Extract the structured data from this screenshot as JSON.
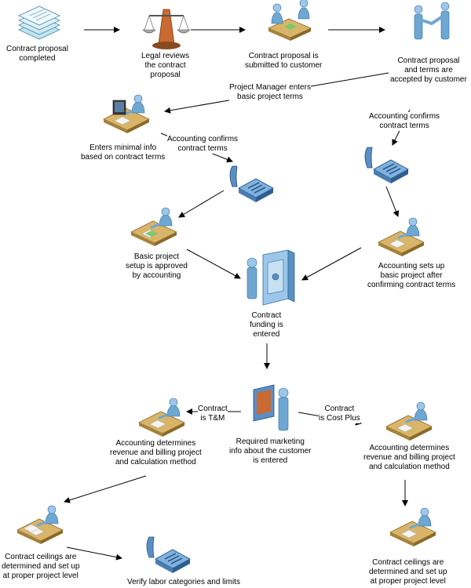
{
  "nodes": {
    "n1": "Contract proposal\ncompleted",
    "n2": "Legal reviews\nthe contract\nproposal",
    "n3": "Contract proposal is\nsubmitted to customer",
    "n4": "Contract proposal\nand terms are\naccepted by customer",
    "n5": "Enters minimal info\nbased on contract terms",
    "n6": "Basic project\nsetup is approved\nby accounting",
    "n7": "Accounting sets up\nbasic project after\nconfirming contract terms",
    "n8": "Contract\nfunding is\nentered",
    "n9": "Required marketing\ninfo about the customer\nis entered",
    "n10": "Accounting determines\nrevenue and billing project\nand calculation method",
    "n11": "Accounting determines\nrevenue and billing project\nand calculation method",
    "n12": "Contract ceilings are\ndetermined and set up\nat proper project level",
    "n13": "Verify labor categories and limits",
    "n14": "Contract ceilings are\ndetermined and set up\nat proper project level"
  },
  "edges": {
    "pm": "Project Manager enters\nbasic project terms",
    "acc1": "Accounting confirms\ncontract terms",
    "acc2": "Accounting confirms\ncontract terms",
    "tm": "Contract\nis T&M",
    "cp": "Contract\nis Cost Plus"
  }
}
